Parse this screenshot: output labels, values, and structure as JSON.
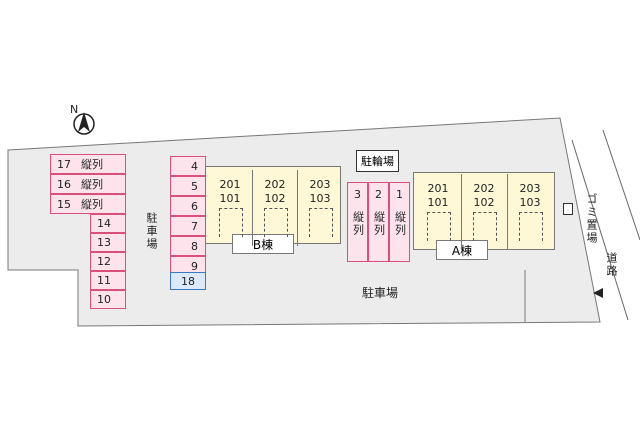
{
  "north_label": "N",
  "road_label": "道路",
  "garbage_label": "ゴミ置場",
  "bicycle_parking_label": "駐輪場",
  "parking_main_label": "駐車場",
  "parking_side_label": "駐車場",
  "bike_row_label": "縦列",
  "left_wide_spots": [
    {
      "num": "17",
      "tag": "縦列"
    },
    {
      "num": "16",
      "tag": "縦列"
    },
    {
      "num": "15",
      "tag": "縦列"
    }
  ],
  "left_narrow_spots": [
    "14",
    "13",
    "12",
    "11",
    "10"
  ],
  "middle_spots": [
    "4",
    "5",
    "6",
    "7",
    "8",
    "9"
  ],
  "blue_spot": "18",
  "bike_spots": [
    {
      "num": "3",
      "tag": "縦列"
    },
    {
      "num": "2",
      "tag": "縦列"
    },
    {
      "num": "1",
      "tag": "縦列"
    }
  ],
  "building_b": {
    "name": "B棟",
    "units": [
      {
        "upper": "201",
        "lower": "101"
      },
      {
        "upper": "202",
        "lower": "102"
      },
      {
        "upper": "203",
        "lower": "103"
      }
    ]
  },
  "building_a": {
    "name": "A棟",
    "units": [
      {
        "upper": "201",
        "lower": "101"
      },
      {
        "upper": "202",
        "lower": "102"
      },
      {
        "upper": "203",
        "lower": "103"
      }
    ]
  },
  "colors": {
    "spot_fill": "#fde4ec",
    "spot_border": "#d9507a",
    "blue_fill": "#dbe9f8",
    "blue_border": "#3b78c4",
    "building_fill": "#fff8d6",
    "site_fill": "#ececec"
  }
}
